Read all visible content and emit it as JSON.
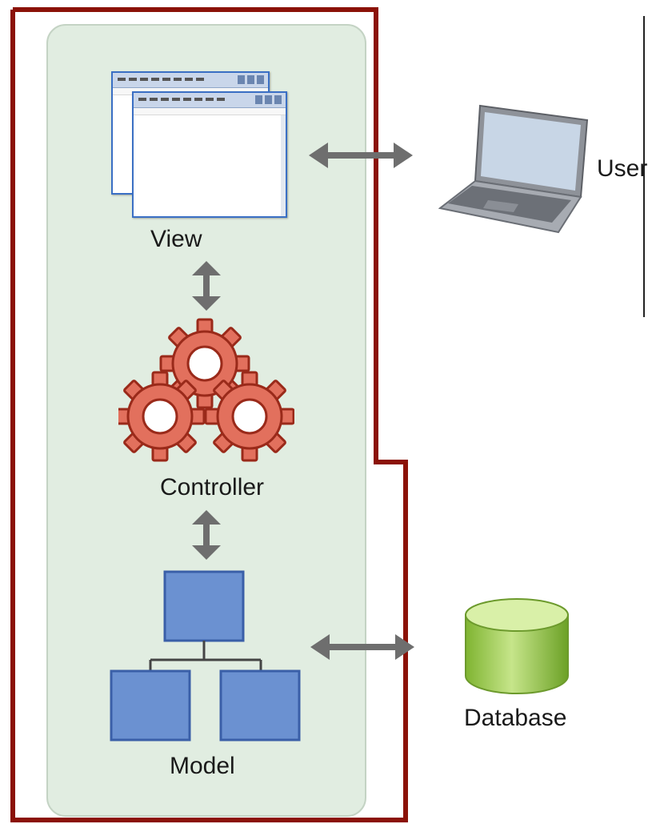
{
  "labels": {
    "view": "View",
    "controller": "Controller",
    "model": "Model",
    "user": "User",
    "database": "Database"
  },
  "colors": {
    "highlight_border": "#8b1208",
    "panel_fill": "#e1ede1",
    "arrow": "#6e6e6e",
    "gear_fill": "#e2705d",
    "gear_stroke": "#9a2a1a",
    "model_box": "#6b91d1",
    "model_box_border": "#3a5fa8",
    "database_green": "#a8d45a"
  },
  "icons": [
    "window-icon",
    "gears-icon",
    "hierarchy-icon",
    "laptop-icon",
    "database-icon"
  ]
}
